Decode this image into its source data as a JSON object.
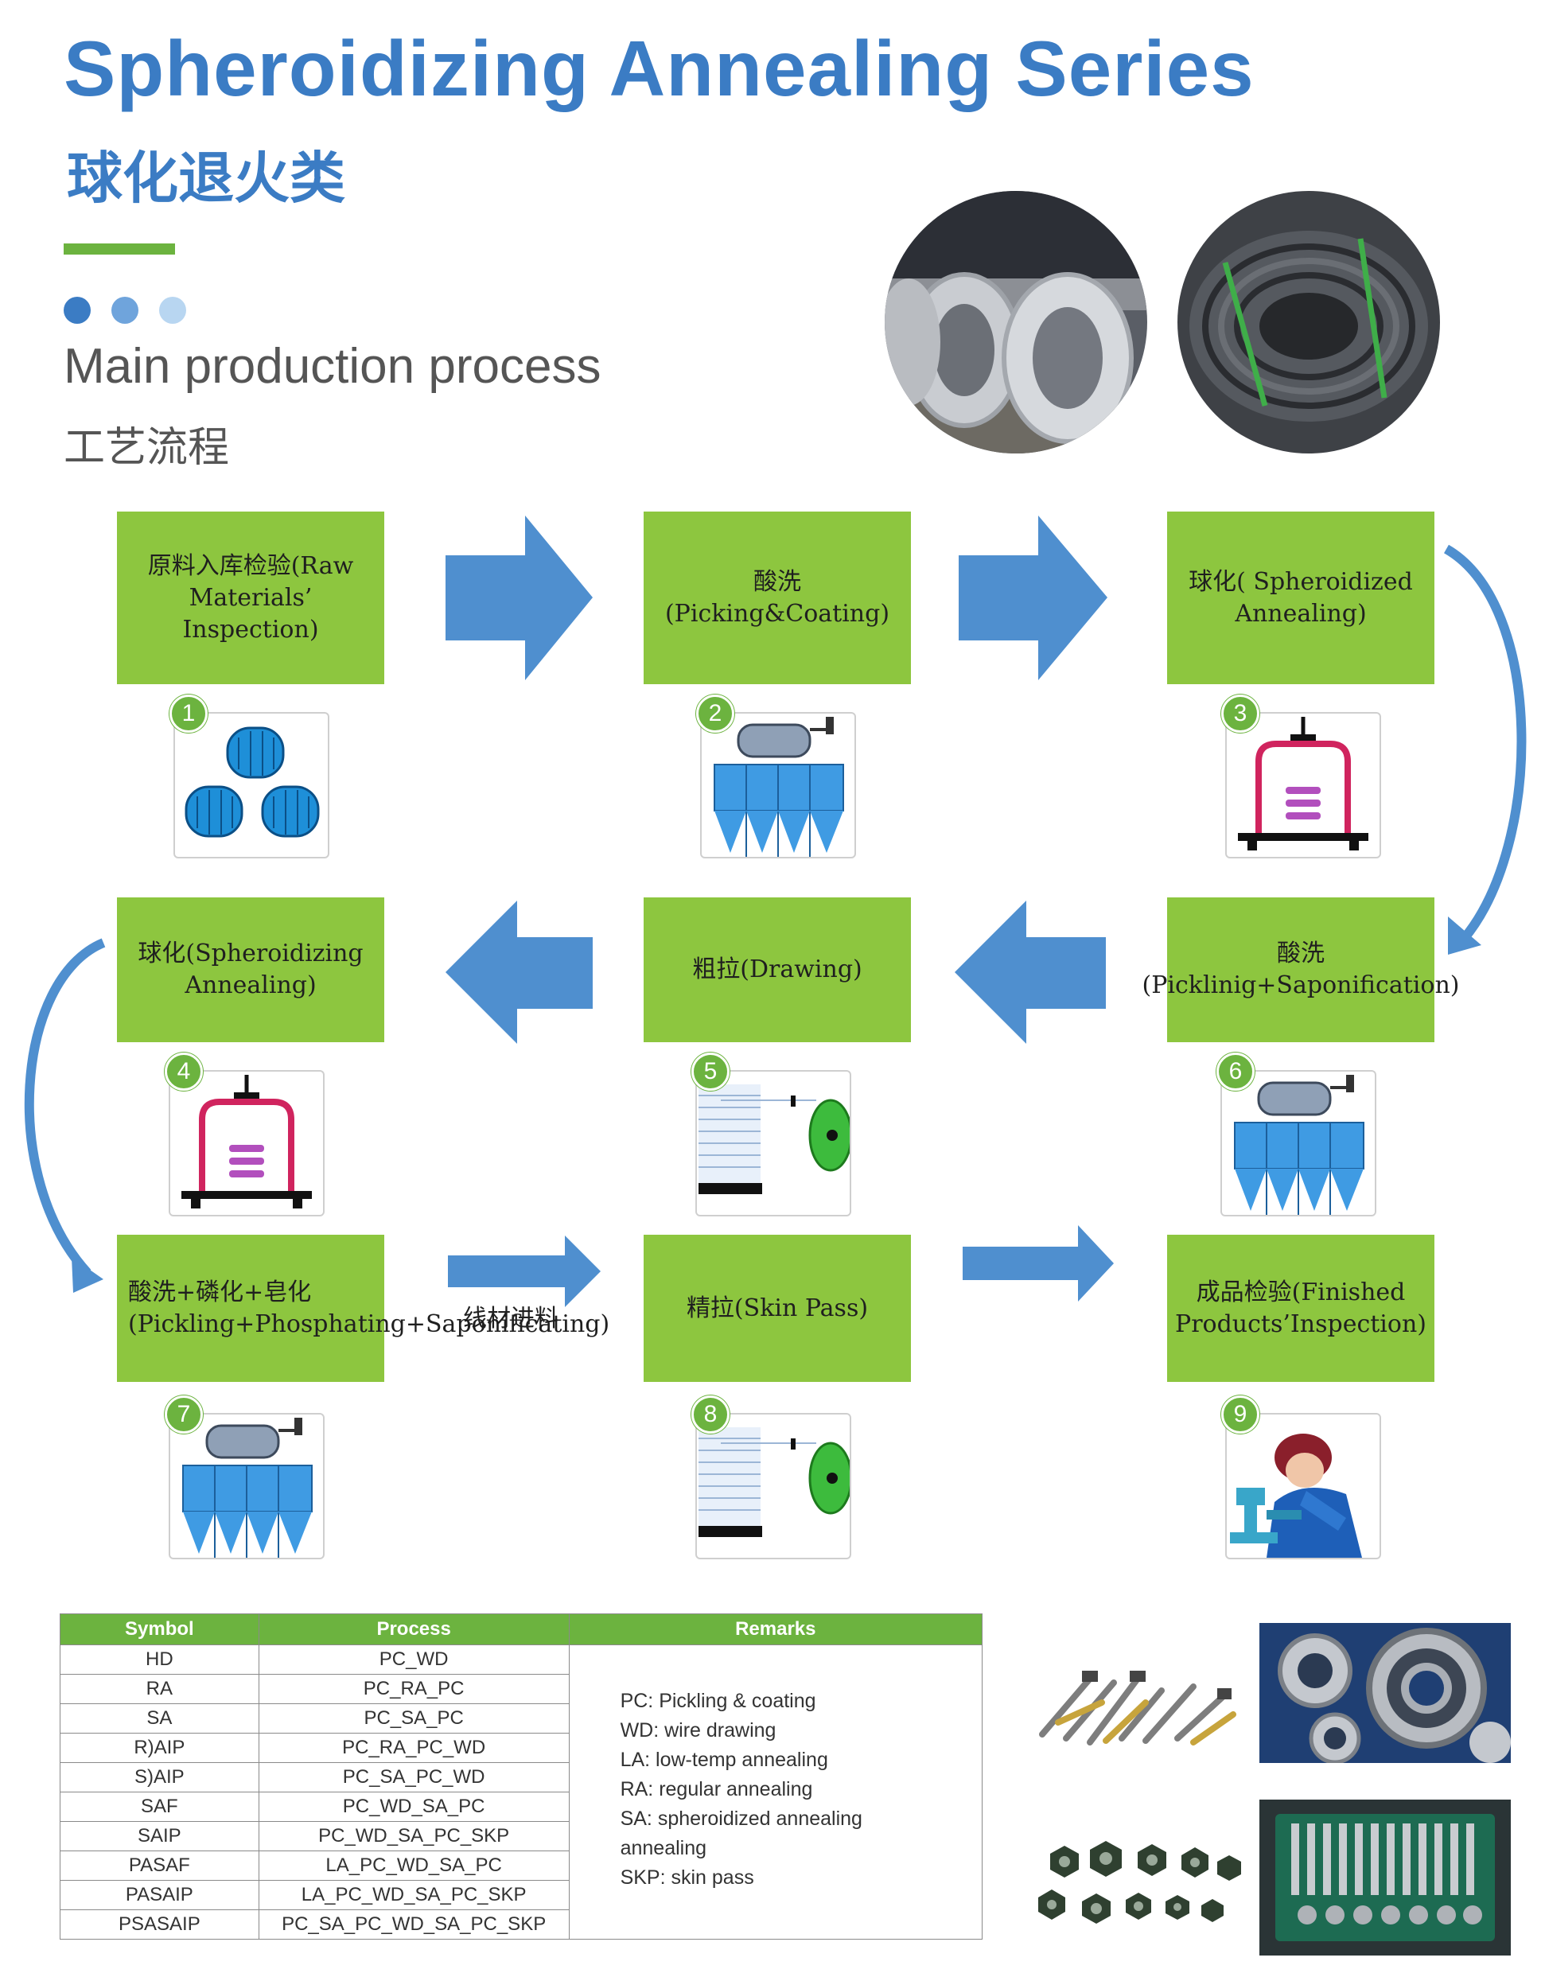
{
  "header": {
    "title_en": "Spheroidizing Annealing Series",
    "title_cn": "球化退火类",
    "subtitle_en": "Main production process",
    "subtitle_cn": "工艺流程"
  },
  "colors": {
    "title_blue": "#3b7cc4",
    "step_green": "#8dc63f",
    "badge_green": "#6cb33f",
    "arrow_blue": "#4f8fcf",
    "dots": [
      "#3b7cc4",
      "#6fa4dc",
      "#b8d6f1"
    ]
  },
  "steps": [
    {
      "num": "1",
      "label": "原料入库检验(Raw Materials’ Inspection)",
      "icon": "coils-icon"
    },
    {
      "num": "2",
      "label": "酸洗(Picking&Coating)",
      "icon": "pickling-tank-icon"
    },
    {
      "num": "3",
      "label": "球化( Spheroidized Annealing)",
      "icon": "annealing-furnace-icon"
    },
    {
      "num": "4",
      "label": "球化(Spheroidizing Annealing)",
      "icon": "annealing-furnace-icon"
    },
    {
      "num": "5",
      "label": "粗拉(Drawing)",
      "icon": "drawing-machine-icon"
    },
    {
      "num": "6",
      "label": "酸洗(Picklinig+Saponification)",
      "icon": "pickling-tank-icon"
    },
    {
      "num": "7",
      "label": "酸洗+磷化+皂化(Pickling+Phosphating+Saponificating)",
      "icon": "pickling-tank-icon"
    },
    {
      "num": "8",
      "label": "精拉(Skin Pass)",
      "icon": "drawing-machine-icon"
    },
    {
      "num": "9",
      "label": "成品检验(Finished Products’Inspection)",
      "icon": "inspector-microscope-icon"
    }
  ],
  "arrow_label": "线材进料",
  "table": {
    "headers": [
      "Symbol",
      "Process",
      "Remarks"
    ],
    "rows": [
      [
        "HD",
        "PC_WD"
      ],
      [
        "RA",
        "PC_RA_PC"
      ],
      [
        "SA",
        "PC_SA_PC"
      ],
      [
        "R)AIP",
        "PC_RA_PC_WD"
      ],
      [
        "S)AIP",
        "PC_SA_PC_WD"
      ],
      [
        "SAF",
        "PC_WD_SA_PC"
      ],
      [
        "SAIP",
        "PC_WD_SA_PC_SKP"
      ],
      [
        "PASAF",
        "LA_PC_WD_SA_PC"
      ],
      [
        "PASAIP",
        "LA_PC_WD_SA_PC_SKP"
      ],
      [
        "PSASAIP",
        "PC_SA_PC_WD_SA_PC_SKP"
      ]
    ],
    "remarks": [
      "PC: Pickling & coating",
      "WD: wire drawing",
      "LA: low-temp annealing",
      "RA: regular annealing",
      "SA: spheroidized annealing",
      "annealing",
      "SKP: skin pass"
    ]
  },
  "photos": [
    "galvanized-coils-photo",
    "steel-wire-coil-photo",
    "bolts-photo",
    "bearings-photo",
    "nuts-photo",
    "wrench-set-photo"
  ]
}
